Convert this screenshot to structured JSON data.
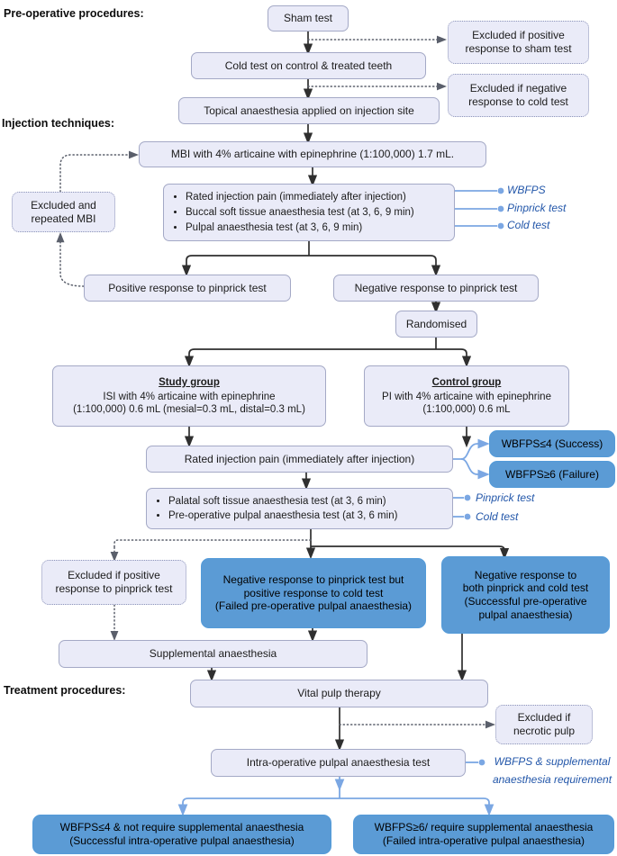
{
  "headings": {
    "pre_operative": "Pre-operative procedures:",
    "injection": "Injection techniques:",
    "treatment": "Treatment procedures:"
  },
  "nodes": {
    "sham": "Sham test",
    "excluded_sham": "Excluded if positive response to sham test",
    "cold": "Cold test on control & treated teeth",
    "excluded_cold": "Excluded if negative response to cold test",
    "topical": "Topical anaesthesia applied on injection site",
    "mbi": "MBI with 4% articaine with epinephrine (1:100,000) 1.7 mL.",
    "excluded_mbi": "Excluded and repeated MBI",
    "assessment1": {
      "items": [
        "Rated injection pain (immediately after injection)",
        "Buccal soft tissue anaesthesia test (at 3, 6, 9 min)",
        "Pulpal anaesthesia test (at 3, 6, 9 min)"
      ]
    },
    "labels1": [
      "WBFPS",
      "Pinprick test",
      "Cold test"
    ],
    "positive_pinprick": "Positive response to pinprick test",
    "negative_pinprick": "Negative response to pinprick test",
    "randomised": "Randomised",
    "study_group": {
      "title": "Study group",
      "line1": "ISI with 4% articaine with epinephrine",
      "line2": "(1:100,000) 0.6 mL (mesial=0.3 mL, distal=0.3 mL)"
    },
    "control_group": {
      "title": "Control group",
      "line1": "PI with 4% articaine with epinephrine",
      "line2": "(1:100,000) 0.6 mL"
    },
    "rated_pain2": "Rated injection pain (immediately after injection)",
    "wbfps_success": "WBFPS≤4 (Success)",
    "wbfps_failure": "WBFPS≥6 (Failure)",
    "assessment2": {
      "items": [
        "Palatal soft tissue anaesthesia test (at 3, 6 min)",
        "Pre-operative pulpal anaesthesia test (at 3, 6 min)"
      ]
    },
    "labels2": [
      "Pinprick test",
      "Cold test"
    ],
    "excluded_pinprick": "Excluded if positive response to pinprick test",
    "failed_preop": {
      "line1": "Negative response to pinprick test but",
      "line2": "positive response to cold test",
      "line3": "(Failed pre-operative pulpal anaesthesia)"
    },
    "success_preop": {
      "line1": "Negative response to",
      "line2": "both pinprick and cold test",
      "line3": "(Successful pre-operative",
      "line4": "pulpal anaesthesia)"
    },
    "supplemental": "Supplemental anaesthesia",
    "vital": "Vital pulp therapy",
    "excluded_necrotic": "Excluded if necrotic pulp",
    "intra": "Intra-operative pulpal anaesthesia test",
    "intra_label": {
      "line1": "WBFPS & supplemental",
      "line2": "anaesthesia requirement"
    },
    "final_success": {
      "line1": "WBFPS≤4 & not require supplemental anaesthesia",
      "line2": "(Successful intra-operative pulpal anaesthesia)"
    },
    "final_failure": {
      "line1": "WBFPS≥6/ require supplemental anaesthesia",
      "line2": "(Failed intra-operative pulpal anaesthesia)"
    }
  },
  "colors": {
    "box_fill": "#EAEBF8",
    "box_border": "#A4A9C6",
    "blue_fill": "#5B9BD5",
    "blue_line": "#7BA7E3",
    "blue_text": "#2256A9",
    "arrow": "#333333"
  }
}
